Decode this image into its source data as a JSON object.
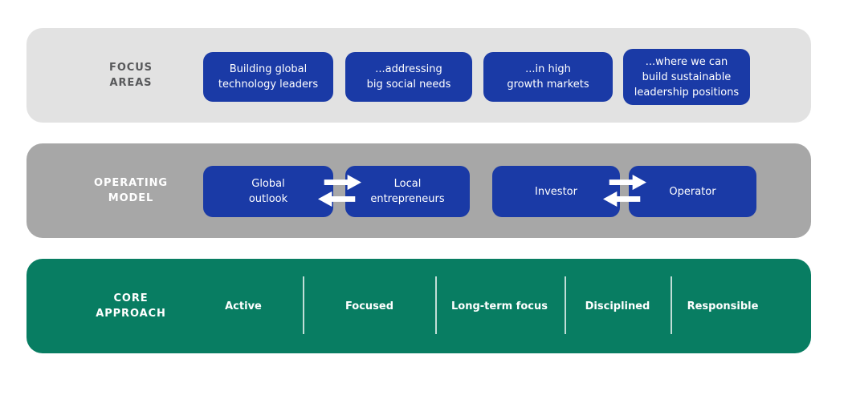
{
  "colors": {
    "focus_band_bg": "#e2e2e2",
    "operating_band_bg": "#a7a7a7",
    "core_band_bg": "#087d62",
    "pill_blue": "#1a3aa6",
    "focus_label_text": "#58595b",
    "light_label_text": "#ffffff"
  },
  "bands": [
    {
      "id": "focus-areas",
      "label_lines": [
        "FOCUS",
        "AREAS"
      ],
      "pills": [
        {
          "lines": [
            "Building global",
            "technology leaders"
          ]
        },
        {
          "lines": [
            "...addressing",
            "big social needs"
          ]
        },
        {
          "lines": [
            "...in high",
            "growth markets"
          ]
        },
        {
          "lines": [
            "...where we can",
            "build sustainable",
            "leadership positions"
          ]
        }
      ]
    },
    {
      "id": "operating-model",
      "label_lines": [
        "OPERATING",
        "MODEL"
      ],
      "boxes": [
        {
          "lines": [
            "Global",
            "outlook"
          ]
        },
        {
          "lines": [
            "Local",
            "entrepreneurs"
          ]
        },
        {
          "lines": [
            "Investor"
          ]
        },
        {
          "lines": [
            "Operator"
          ]
        }
      ],
      "exchange_icon": "double-swap-arrows"
    },
    {
      "id": "core-approach",
      "label_lines": [
        "CORE",
        "APPROACH"
      ],
      "items": [
        "Active",
        "Focused",
        "Long-term focus",
        "Disciplined",
        "Responsible"
      ]
    }
  ]
}
